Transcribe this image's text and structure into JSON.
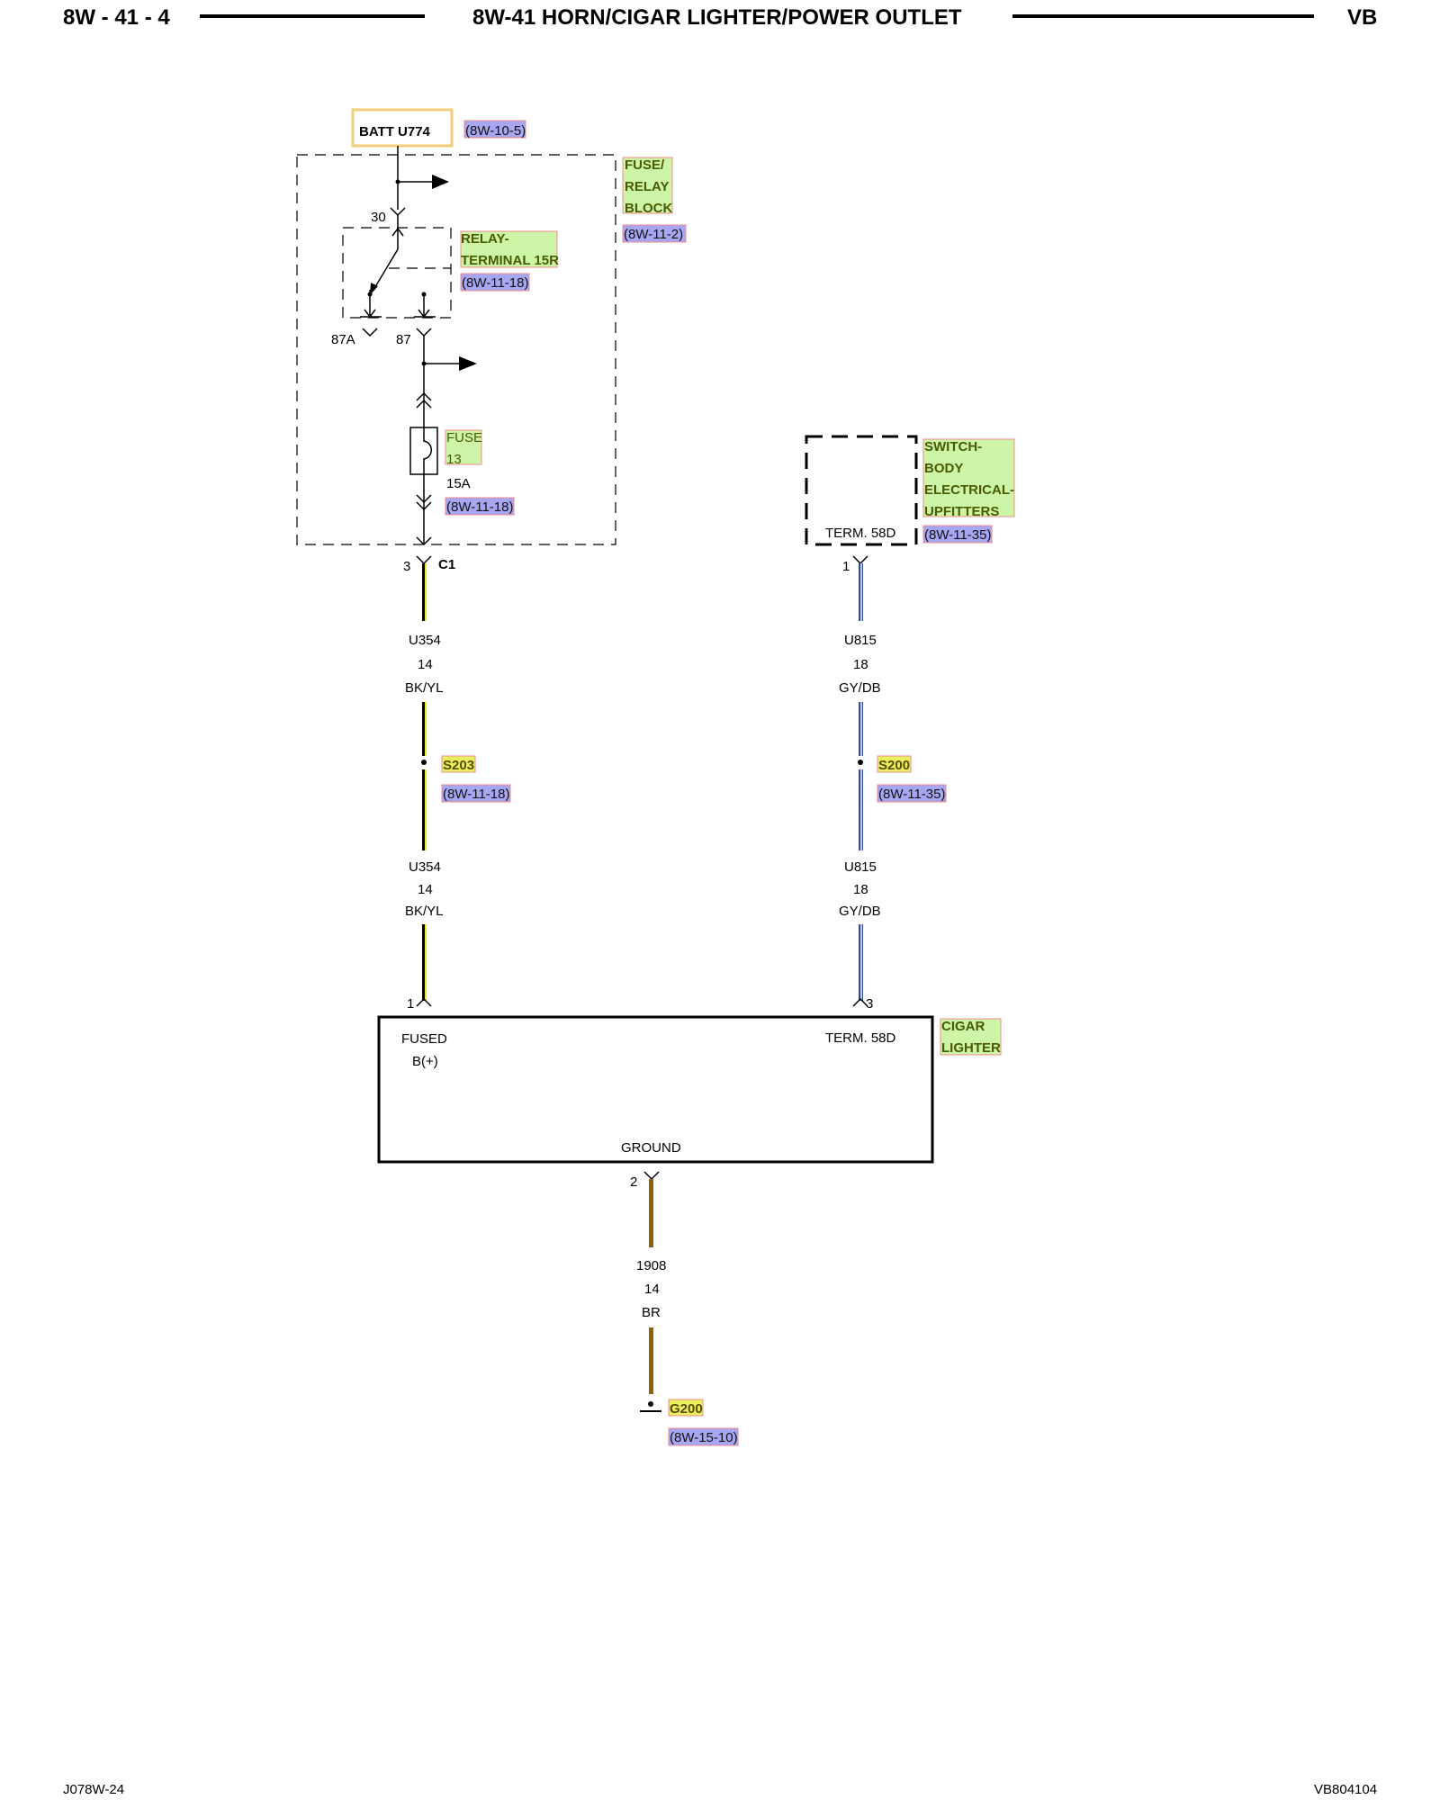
{
  "header": {
    "page_number": "8W - 41 - 4",
    "title": "8W-41 HORN/CIGAR LIGHTER/POWER OUTLET",
    "code": "VB"
  },
  "footer": {
    "left": "J078W-24",
    "right": "VB804104"
  },
  "diagram": {
    "batt": {
      "label": "BATT U774",
      "ref": "(8W-10-5)"
    },
    "fuse_relay_block": {
      "label": [
        "FUSE/",
        "RELAY",
        "BLOCK"
      ],
      "ref": "(8W-11-2)"
    },
    "relay": {
      "label": [
        "RELAY-",
        "TERMINAL 15R"
      ],
      "ref": "(8W-11-18)",
      "pin_30": "30",
      "pin_87a": "87A",
      "pin_87": "87"
    },
    "fuse": {
      "label": [
        "FUSE",
        "13"
      ],
      "rating": "15A",
      "ref": "(8W-11-18)"
    },
    "connector_c1": {
      "pin": "3",
      "name": "C1"
    },
    "switch": {
      "label": [
        "SWITCH-",
        "BODY",
        "ELECTRICAL-",
        "UPFITTERS"
      ],
      "terminal": "TERM. 58D",
      "ref": "(8W-11-35)",
      "pin": "1"
    },
    "wire_left_upper": {
      "circuit": "U354",
      "gauge": "14",
      "color": "BK/YL"
    },
    "wire_left_lower": {
      "circuit": "U354",
      "gauge": "14",
      "color": "BK/YL"
    },
    "wire_right_upper": {
      "circuit": "U815",
      "gauge": "18",
      "color": "GY/DB"
    },
    "wire_right_lower": {
      "circuit": "U815",
      "gauge": "18",
      "color": "GY/DB"
    },
    "splice_s203": {
      "name": "S203",
      "ref": "(8W-11-18)"
    },
    "splice_s200": {
      "name": "S200",
      "ref": "(8W-11-35)"
    },
    "cigar_lighter": {
      "label": [
        "CIGAR",
        "LIGHTER"
      ],
      "pin_fused": "1",
      "pin_term": "3",
      "fused_label": [
        "FUSED",
        "B(+)"
      ],
      "term_label": "TERM. 58D",
      "ground_label": "GROUND",
      "pin_ground": "2"
    },
    "wire_ground": {
      "circuit": "1908",
      "gauge": "14",
      "color": "BR"
    },
    "ground_g200": {
      "name": "G200",
      "ref": "(8W-15-10)"
    },
    "colors": {
      "component_fill": "#cdf5a8",
      "component_border": "#f08c8c",
      "ref_fill": "#a6a6f2",
      "splice_fill": "#e8f060",
      "batt_border": "#f3cd7a",
      "wire_bkyl_stripe": "#f1e81a",
      "wire_gydb_stripe": "#b8c8e6",
      "wire_br": "#8a6408"
    }
  }
}
